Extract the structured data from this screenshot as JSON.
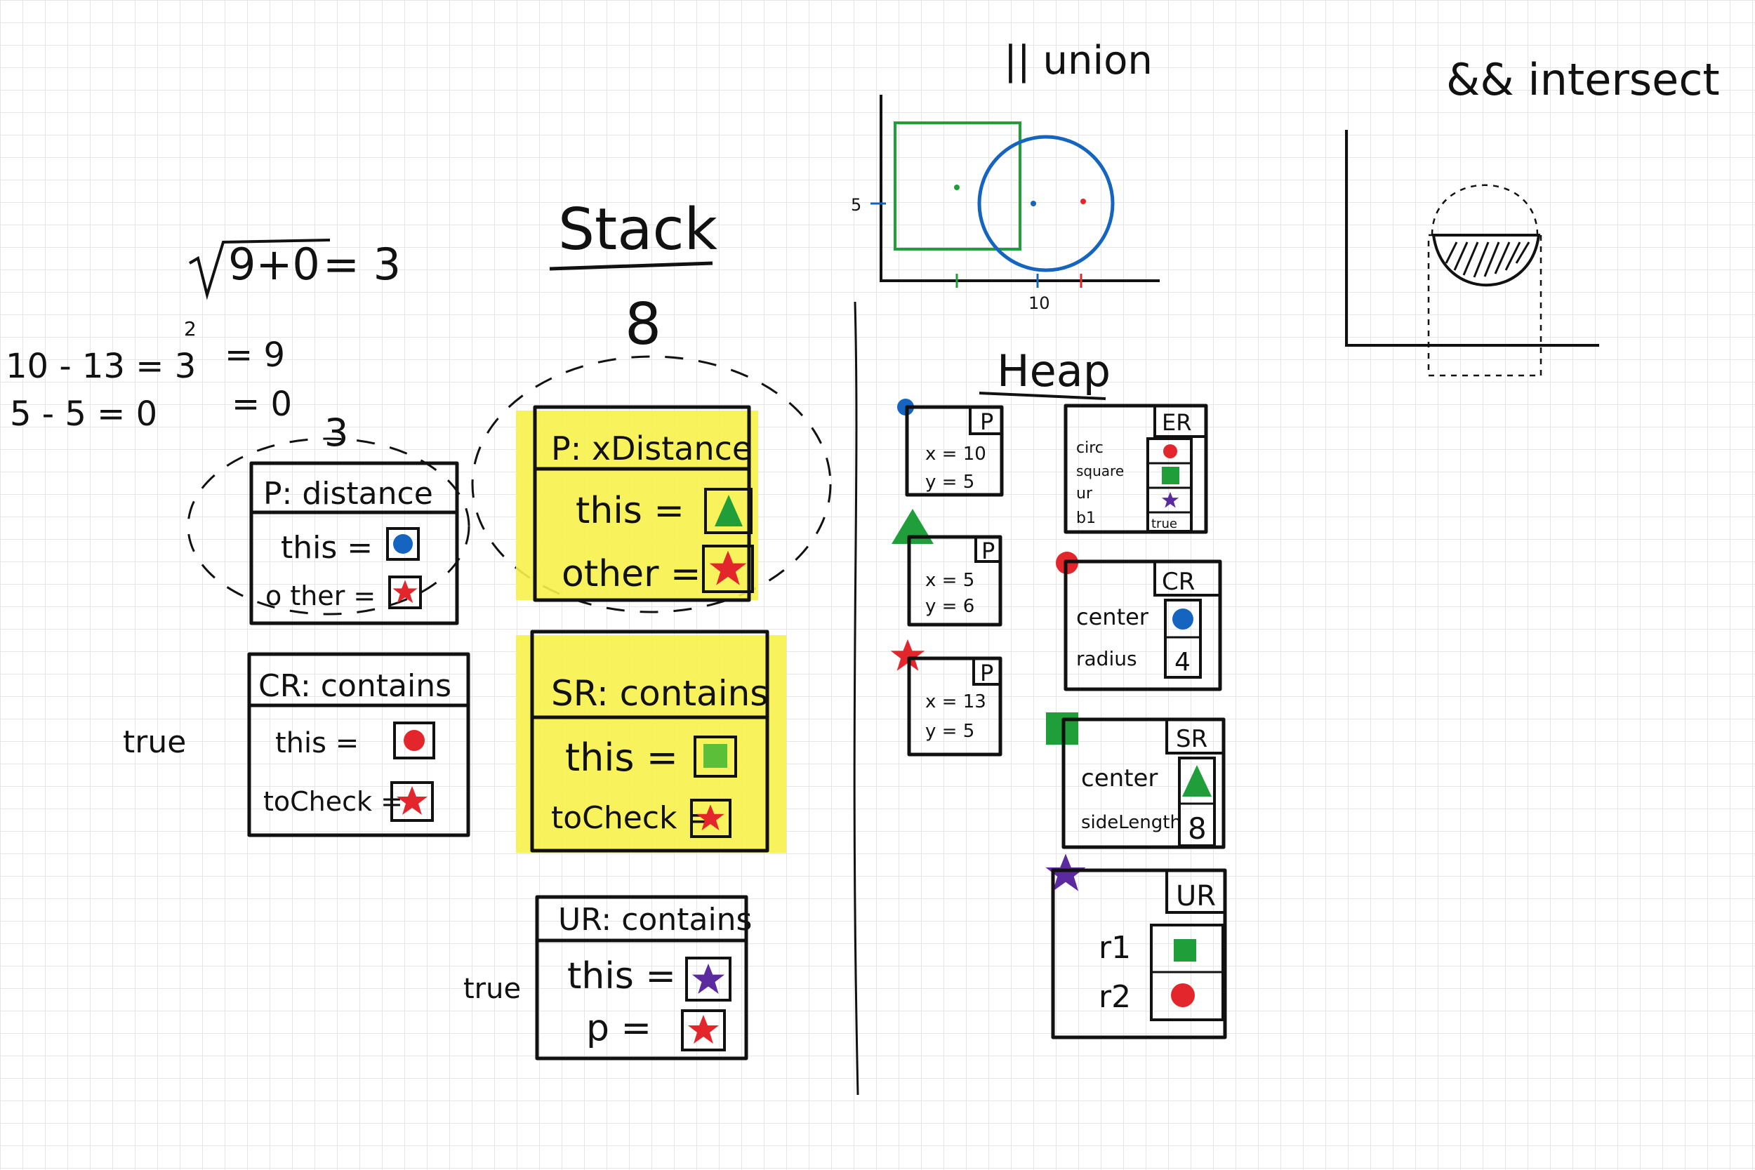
{
  "colors": {
    "ink": "#111111",
    "highlight": "#f7f14b",
    "red": "#e3262b",
    "green": "#1f9e3a",
    "light_green": "#5bbf3a",
    "blue": "#1565c0",
    "purple": "#5b2a9e"
  },
  "math": {
    "sqrt_radicand": "9+0",
    "sqrt_result": "= 3",
    "line1": "10 - 13 = 3",
    "line1_exp": "2",
    "line1_result": "= 9",
    "line2": "5 - 5 = 0",
    "line2_result": "= 0",
    "three_label": "3"
  },
  "stack": {
    "title": "Stack",
    "num": "8",
    "frames": {
      "p_distance": {
        "title": "P: distance",
        "row1_label": "this =",
        "row1_icon": "blue-circle-icon",
        "row2_label": "o ther =",
        "row2_icon": "red-star-icon"
      },
      "cr_contains": {
        "title": "CR: contains",
        "row1_label": "this =",
        "row1_icon": "red-circle-icon",
        "row2_label": "toCheck =",
        "row2_icon": "red-star-icon",
        "return": "true"
      },
      "p_xdistance": {
        "title": "P: xDistance",
        "row1_label": "this =",
        "row1_icon": "green-triangle-icon",
        "row2_label": "other =",
        "row2_icon": "red-star-icon"
      },
      "sr_contains": {
        "title": "SR: contains",
        "row1_label": "this =",
        "row1_icon": "green-square-icon",
        "row2_label": "toCheck =",
        "row2_icon": "red-star-icon"
      },
      "ur_contains": {
        "title": "UR: contains",
        "row1_label": "this =",
        "row1_icon": "purple-star-icon",
        "row2_label": "p =",
        "row2_icon": "red-star-icon",
        "return": "true"
      }
    }
  },
  "union": {
    "title": "|| union",
    "y_tick": "5",
    "x_tick": "10"
  },
  "intersect": {
    "title": "&& intersect"
  },
  "heap": {
    "title": "Heap",
    "p1": {
      "tag": "P",
      "x": "x = 10",
      "y": "y = 5",
      "icon": "blue-circle-icon"
    },
    "p2": {
      "tag": "P",
      "x": "x = 5",
      "y": "y = 6",
      "icon": "green-triangle-icon"
    },
    "p3": {
      "tag": "P",
      "x": "x = 13",
      "y": "y = 5",
      "icon": "red-star-icon"
    },
    "er": {
      "tag": "ER",
      "f1": "circ",
      "f2": "square",
      "f3": "ur",
      "f4": "b1",
      "v4": "true"
    },
    "cr": {
      "tag": "CR",
      "f1": "center",
      "f2": "radius",
      "v2": "4"
    },
    "sr": {
      "tag": "SR",
      "f1": "center",
      "f2": "sideLength",
      "v2": "8"
    },
    "ur": {
      "tag": "UR",
      "f1": "r1",
      "f2": "r2"
    }
  }
}
